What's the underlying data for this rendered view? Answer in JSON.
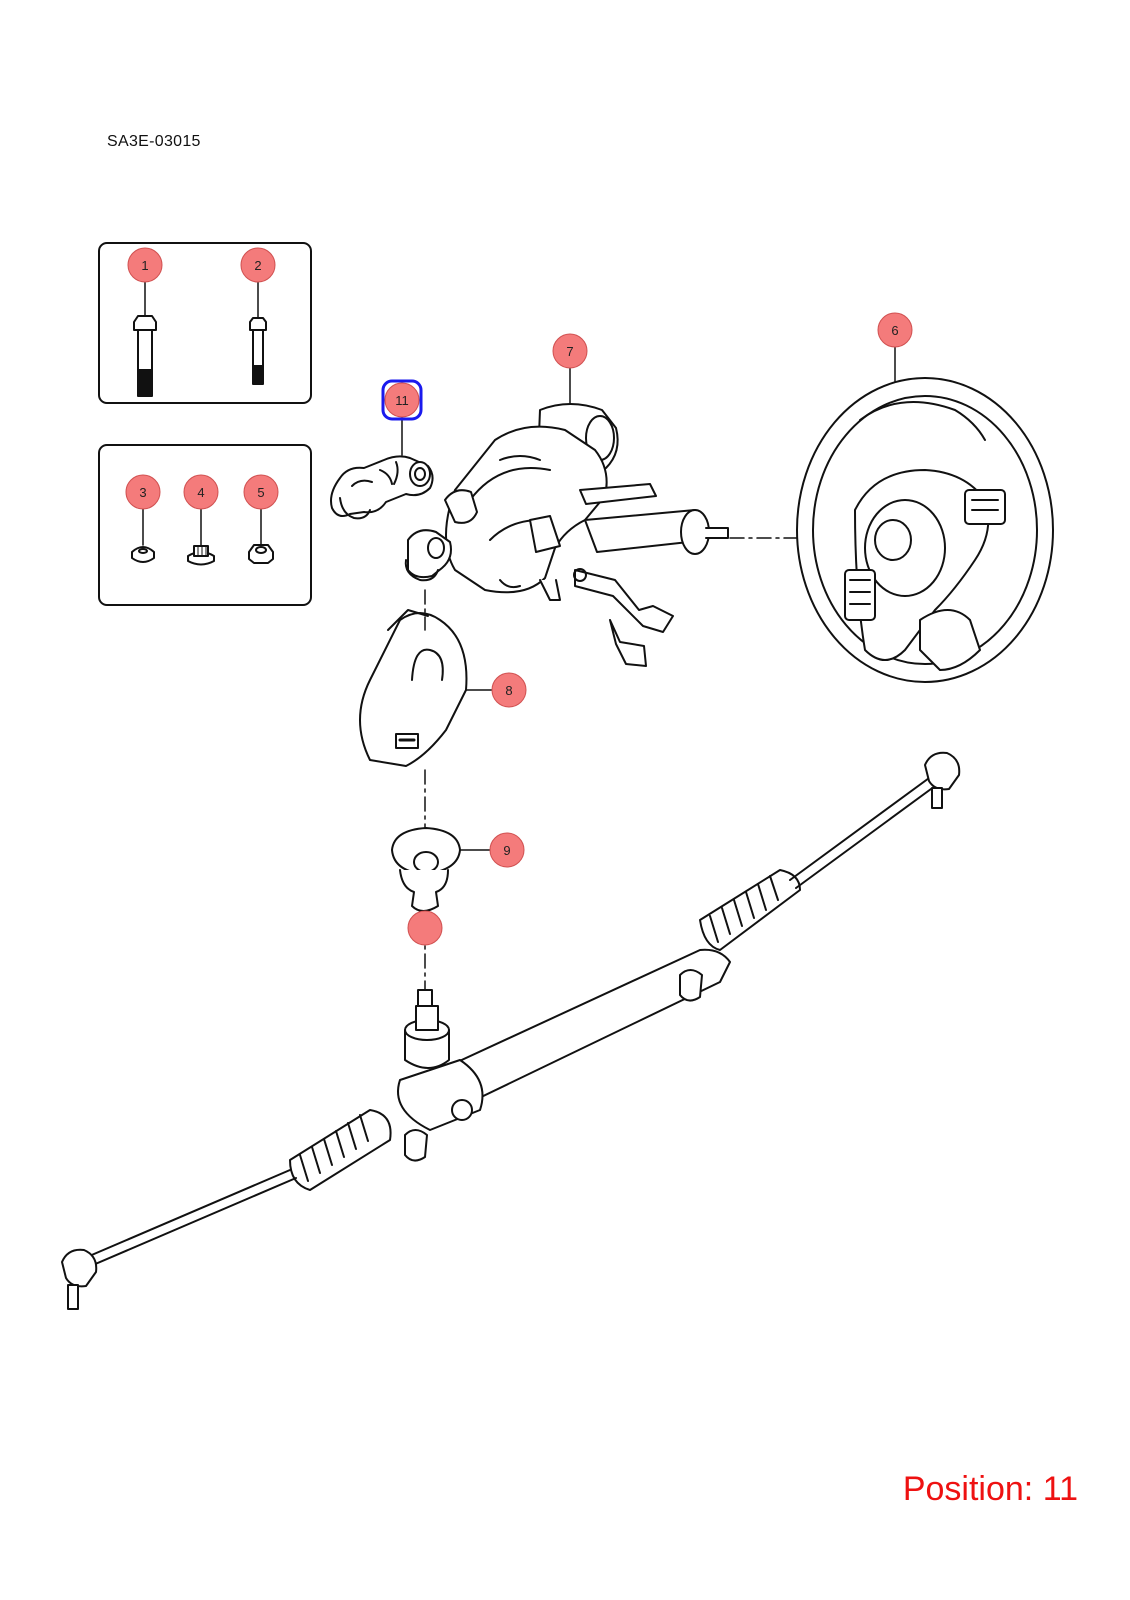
{
  "diagram_code": "SA3E-03015",
  "position_label": "Position: 11",
  "selected_callout": "11",
  "colors": {
    "callout_fill": "#f47b7b",
    "selected_outline": "#1a1aee",
    "position_text": "#ee1111"
  },
  "callouts": [
    {
      "id": "c1",
      "label": "1"
    },
    {
      "id": "c2",
      "label": "2"
    },
    {
      "id": "c3",
      "label": "3"
    },
    {
      "id": "c4",
      "label": "4"
    },
    {
      "id": "c5",
      "label": "5"
    },
    {
      "id": "c6",
      "label": "6"
    },
    {
      "id": "c7",
      "label": "7"
    },
    {
      "id": "c8",
      "label": "8"
    },
    {
      "id": "c9",
      "label": "9"
    },
    {
      "id": "c10",
      "label": ""
    },
    {
      "id": "c11",
      "label": "11"
    }
  ]
}
